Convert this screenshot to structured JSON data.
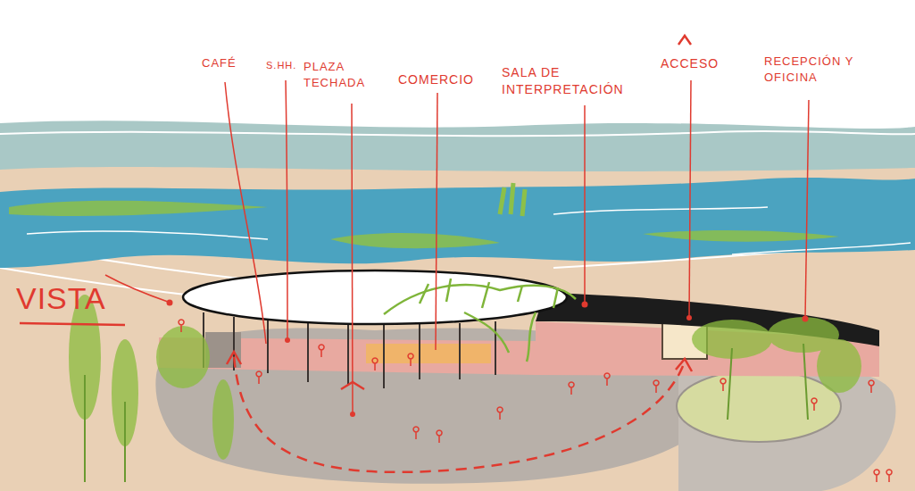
{
  "diagram": {
    "labels": [
      "CAFÉ",
      "S.HH.",
      "PLAZA TECHADA",
      "COMERCIO",
      "SALA DE INTERPRETACIÓN",
      "ACCESO",
      "RECEPCIÓN Y OFICINA",
      "VISTA"
    ]
  }
}
